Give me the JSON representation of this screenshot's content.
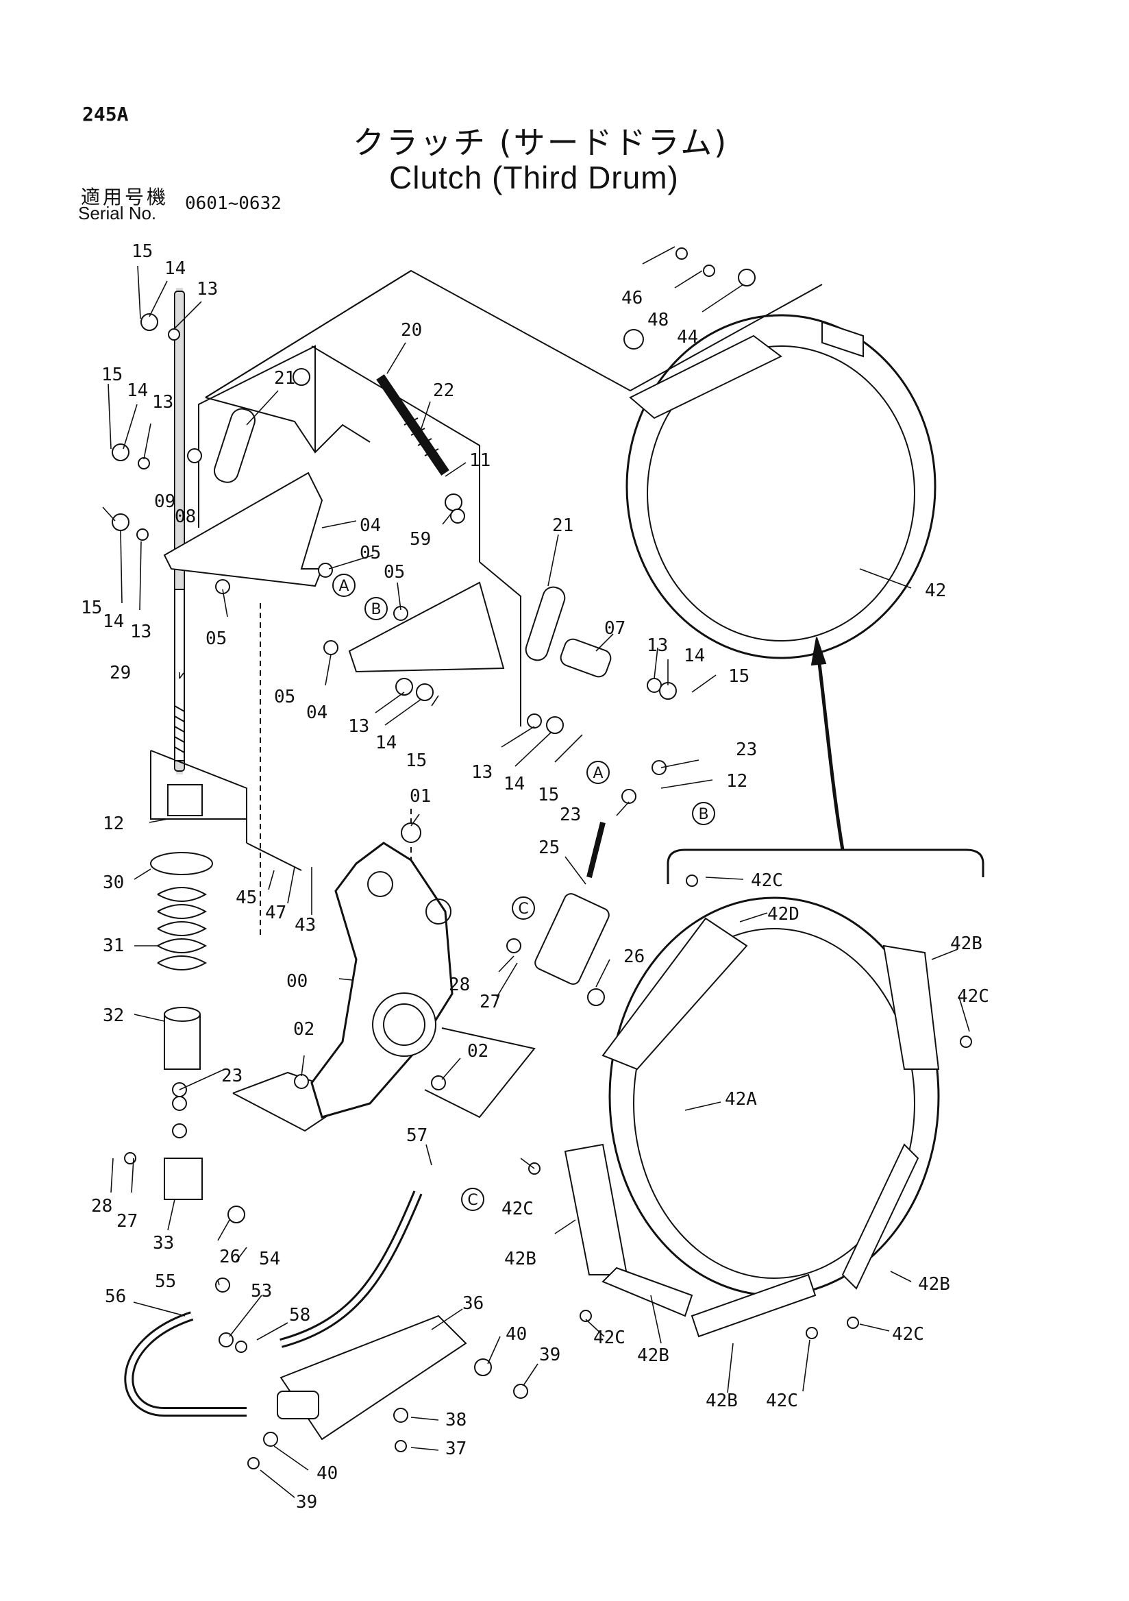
{
  "page": {
    "page_number": "245A",
    "title_jp": "クラッチ (サードドラム)",
    "title_en": "Clutch (Third Drum)",
    "serial_label_jp": "適用号機",
    "serial_label_en": "Serial No.",
    "serial_range": "0601~0632"
  },
  "diagram": {
    "callouts": [
      "A",
      "B",
      "C"
    ],
    "part_labels": {
      "p15a": "15",
      "p14a": "14",
      "p13a": "13",
      "p15b": "15",
      "p14b": "14",
      "p13b": "13",
      "p09": "09",
      "p08": "08",
      "p15c": "15",
      "p14c": "14",
      "p13c": "13",
      "p20": "20",
      "p21a": "21",
      "p22": "22",
      "p11": "11",
      "p04a": "04",
      "p05a": "05",
      "p59": "59",
      "p05b": "05",
      "p05c": "05",
      "p05d": "05",
      "p04b": "04",
      "p21b": "21",
      "p07": "07",
      "p13d": "13",
      "p14d": "14",
      "p15d": "15",
      "p13e": "13",
      "p14e": "14",
      "p15e": "15",
      "p13f": "13",
      "p14f": "14",
      "p15f": "15",
      "p29": "29",
      "p12a": "12",
      "p12b": "12",
      "p23a": "23",
      "p23b": "23",
      "p01": "01",
      "p25": "25",
      "p30": "30",
      "p31": "31",
      "p32": "32",
      "p45": "45",
      "p47": "47",
      "p43": "43",
      "p00": "00",
      "p28a": "28",
      "p27a": "27",
      "p26a": "26",
      "p02a": "02",
      "p02b": "02",
      "p23c": "23",
      "p28b": "28",
      "p27b": "27",
      "p33": "33",
      "p26b": "26",
      "p57": "57",
      "p54": "54",
      "p55": "55",
      "p56": "56",
      "p53": "53",
      "p58": "58",
      "p36": "36",
      "p40a": "40",
      "p39a": "39",
      "p38": "38",
      "p37": "37",
      "p40b": "40",
      "p39b": "39",
      "p46": "46",
      "p48": "48",
      "p44": "44",
      "p42": "42",
      "p42C_a": "42C",
      "p42D": "42D",
      "p42B_a": "42B",
      "p42C_b": "42C",
      "p42A": "42A",
      "p42C_c": "42C",
      "p42B_b": "42B",
      "p42B_c": "42B",
      "p42C_d": "42C",
      "p42B_d": "42B",
      "p42C_e": "42C",
      "p42B_e": "42B",
      "p42C_f": "42C"
    }
  }
}
